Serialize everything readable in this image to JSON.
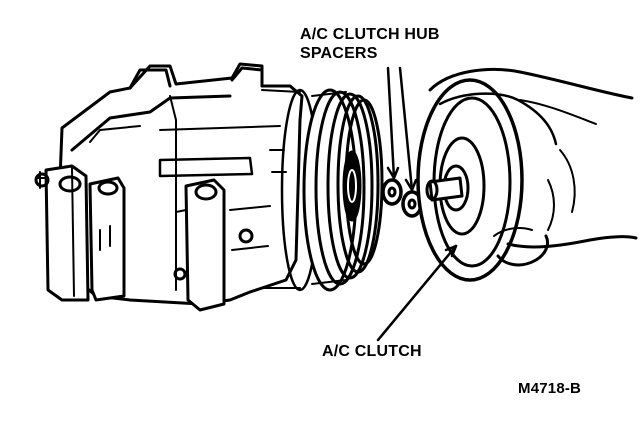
{
  "labels": {
    "hub_spacers_line1": "A/C CLUTCH HUB",
    "hub_spacers_line2": "SPACERS",
    "clutch": "A/C CLUTCH",
    "figure_id": "M4718-B"
  },
  "colors": {
    "ink": "#000000",
    "paper": "#ffffff"
  }
}
